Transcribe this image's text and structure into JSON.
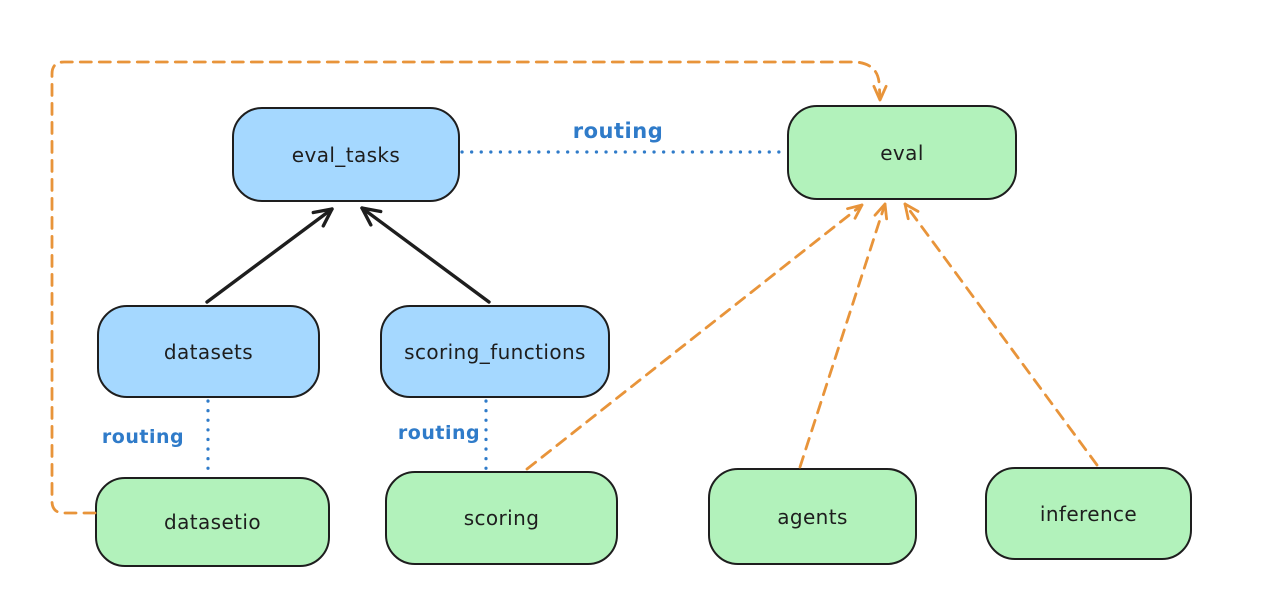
{
  "nodes": {
    "eval_tasks": {
      "label": "eval_tasks",
      "color": "blue"
    },
    "eval": {
      "label": "eval",
      "color": "green"
    },
    "datasets": {
      "label": "datasets",
      "color": "blue"
    },
    "scoring_functions": {
      "label": "scoring_functions",
      "color": "blue"
    },
    "datasetio": {
      "label": "datasetio",
      "color": "green"
    },
    "scoring": {
      "label": "scoring",
      "color": "green"
    },
    "agents": {
      "label": "agents",
      "color": "green"
    },
    "inference": {
      "label": "inference",
      "color": "green"
    }
  },
  "edge_labels": {
    "eval_tasks_to_eval": "routing",
    "datasets_to_datasetio": "routing",
    "scoring_functions_to_scoring": "routing"
  },
  "edges": [
    {
      "from": "datasets",
      "to": "eval_tasks",
      "style": "solid-black-arrow"
    },
    {
      "from": "scoring_functions",
      "to": "eval_tasks",
      "style": "solid-black-arrow"
    },
    {
      "from": "eval_tasks",
      "to": "eval",
      "style": "dotted-blue-line",
      "label": "routing"
    },
    {
      "from": "datasets",
      "to": "datasetio",
      "style": "dotted-blue-line",
      "label": "routing"
    },
    {
      "from": "scoring_functions",
      "to": "scoring",
      "style": "dotted-blue-line",
      "label": "routing"
    },
    {
      "from": "datasetio",
      "to": "eval",
      "style": "dashed-orange-arrow"
    },
    {
      "from": "scoring",
      "to": "eval",
      "style": "dashed-orange-arrow"
    },
    {
      "from": "agents",
      "to": "eval",
      "style": "dashed-orange-arrow"
    },
    {
      "from": "inference",
      "to": "eval",
      "style": "dashed-orange-arrow"
    }
  ],
  "colors": {
    "blue_fill": "#a5d8ff",
    "green_fill": "#b2f2bb",
    "node_stroke": "#1e1e1e",
    "orange_edge": "#e8943a",
    "blue_edge": "#2f7bc9",
    "background": "#ffffff"
  }
}
